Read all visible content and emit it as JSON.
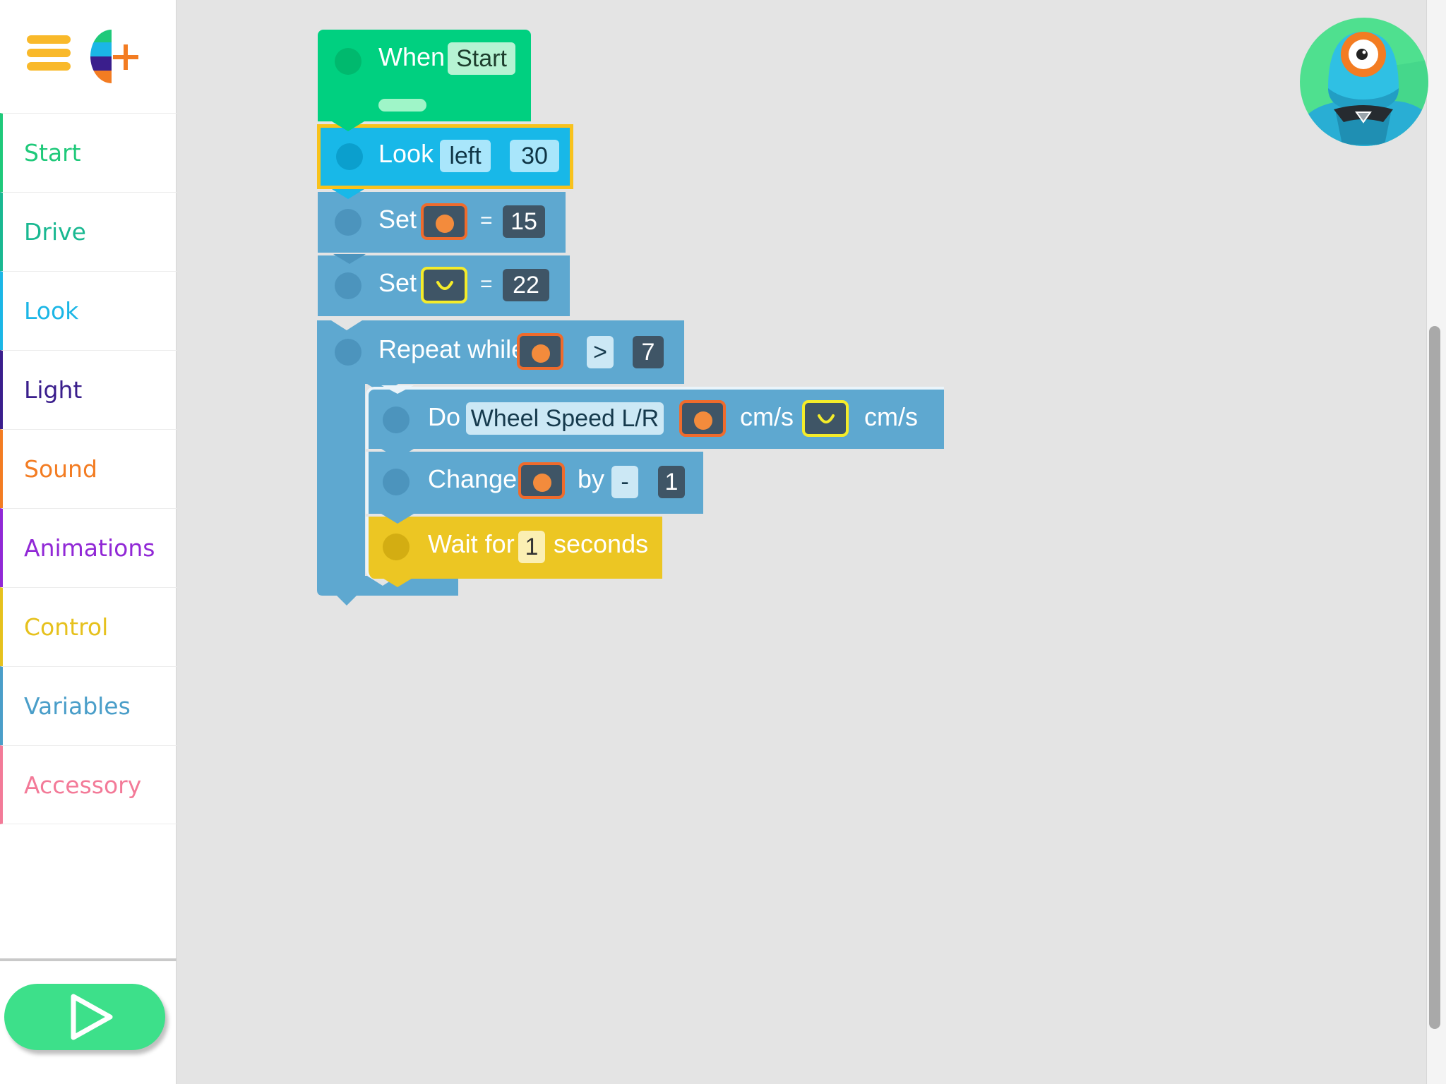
{
  "sidebar": {
    "categories": [
      {
        "label": "Start",
        "color": "#1fc97a"
      },
      {
        "label": "Drive",
        "color": "#19b891"
      },
      {
        "label": "Look",
        "color": "#1bb6e6"
      },
      {
        "label": "Light",
        "color": "#3a1e8c"
      },
      {
        "label": "Sound",
        "color": "#f37c22"
      },
      {
        "label": "Animations",
        "color": "#9128d6"
      },
      {
        "label": "Control",
        "color": "#e6c11d"
      },
      {
        "label": "Variables",
        "color": "#4a9ec9"
      },
      {
        "label": "Accessory",
        "color": "#f37a98"
      }
    ]
  },
  "blocks": {
    "when": {
      "label": "When",
      "value": "Start",
      "color": "#00d080"
    },
    "look": {
      "label": "Look",
      "direction": "left",
      "amount": "30",
      "color": "#18b8e8",
      "highlight": "#f8c21c"
    },
    "set1": {
      "label": "Set",
      "equals": "=",
      "value": "15",
      "variable_icon": "orange-dot-icon"
    },
    "set2": {
      "label": "Set",
      "equals": "=",
      "value": "22",
      "variable_icon": "smile-icon"
    },
    "repeat": {
      "label": "Repeat while",
      "operator": ">",
      "value": "7",
      "color": "#5ea8d0"
    },
    "do": {
      "label": "Do",
      "action": "Wheel Speed L/R",
      "unit1": "cm/s",
      "unit2": "cm/s"
    },
    "change": {
      "label": "Change",
      "by": "by",
      "sign": "-",
      "value": "1"
    },
    "wait": {
      "label": "Wait for",
      "value": "1",
      "unit": "seconds",
      "color": "#ecc623"
    }
  },
  "colors": {
    "variables_block": "#5ea8d0",
    "play_button": "#3de08a"
  }
}
